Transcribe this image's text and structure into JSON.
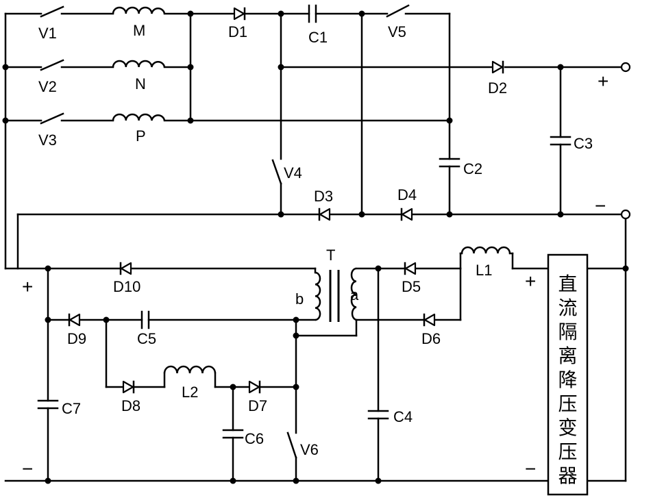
{
  "components": {
    "switches": [
      "V1",
      "V2",
      "V3",
      "V4",
      "V5",
      "V6"
    ],
    "inductors": [
      "M",
      "N",
      "P",
      "L1",
      "L2"
    ],
    "diodes": [
      "D1",
      "D2",
      "D3",
      "D4",
      "D5",
      "D6",
      "D7",
      "D8",
      "D9",
      "D10"
    ],
    "capacitors": [
      "C1",
      "C2",
      "C3",
      "C4",
      "C5",
      "C6",
      "C7"
    ],
    "transformer": {
      "name": "T",
      "winding_a": "a",
      "winding_b": "b"
    }
  },
  "polarity": {
    "plus": "+",
    "minus": "−"
  },
  "transformer_box": [
    "直",
    "流",
    "隔",
    "离",
    "降",
    "压",
    "变",
    "压",
    "器"
  ]
}
